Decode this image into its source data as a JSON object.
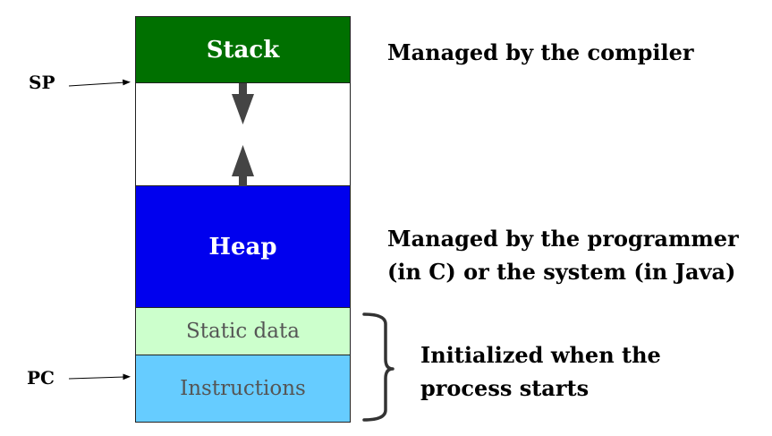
{
  "segments": {
    "stack": "Stack",
    "heap": "Heap",
    "static_data": "Static data",
    "instructions": "Instructions"
  },
  "pointers": {
    "sp": "SP",
    "pc": "PC"
  },
  "notes": {
    "stack": "Managed by the compiler",
    "heap_line1": "Managed by the programmer",
    "heap_line2": "(in C) or the system (in Java)",
    "init_line1": "Initialized when the",
    "init_line2": "process starts"
  },
  "colors": {
    "stack": "#007000",
    "heap": "#0000ee",
    "static_data": "#ccffcc",
    "instructions": "#66ccff",
    "growth_arrow": "#444444"
  }
}
